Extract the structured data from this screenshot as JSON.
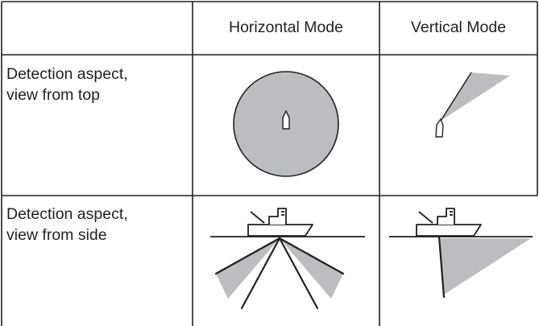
{
  "table": {
    "headers": {
      "col1": "",
      "col2": "Horizontal Mode",
      "col3": "Vertical Mode"
    },
    "rows": [
      {
        "label_line1": "Detection aspect,",
        "label_line2": "view from top"
      },
      {
        "label_line1": "Detection aspect,",
        "label_line2": "view from side"
      }
    ]
  },
  "colors": {
    "line": "#231f20",
    "fill": "#bcbdc0",
    "background": "#ffffff"
  }
}
